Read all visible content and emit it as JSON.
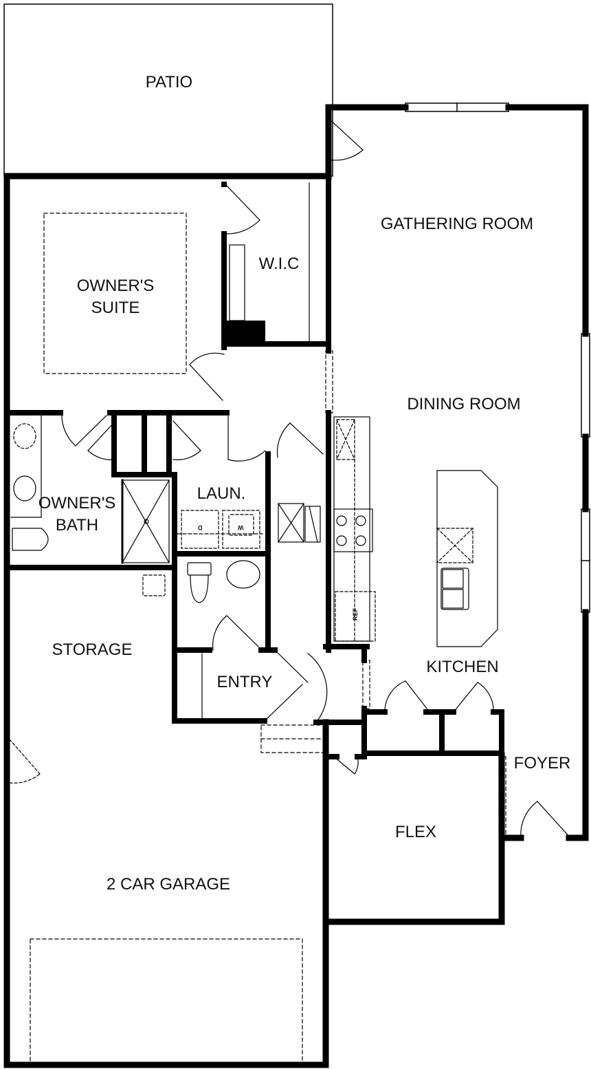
{
  "plan": {
    "type": "floor-plan",
    "colors": {
      "wall": "#000000",
      "background": "#ffffff",
      "line": "#222222"
    },
    "rooms": [
      {
        "id": "patio",
        "label": "PATIO"
      },
      {
        "id": "gathering",
        "label": "GATHERING ROOM"
      },
      {
        "id": "wic",
        "label": "W.I.C"
      },
      {
        "id": "owners-suite",
        "label_line1": "OWNER'S",
        "label_line2": "SUITE"
      },
      {
        "id": "dining",
        "label": "DINING ROOM"
      },
      {
        "id": "owners-bath",
        "label_line1": "OWNER'S",
        "label_line2": "BATH"
      },
      {
        "id": "laundry",
        "label": "LAUN."
      },
      {
        "id": "storage",
        "label": "STORAGE"
      },
      {
        "id": "entry",
        "label": "ENTRY"
      },
      {
        "id": "kitchen",
        "label": "KITCHEN"
      },
      {
        "id": "foyer",
        "label": "FOYER"
      },
      {
        "id": "flex",
        "label": "FLEX"
      },
      {
        "id": "garage",
        "label": "2 CAR GARAGE"
      }
    ],
    "fixtures": {
      "refrigerator": "REF",
      "dryer": "D",
      "washer": "W"
    }
  }
}
